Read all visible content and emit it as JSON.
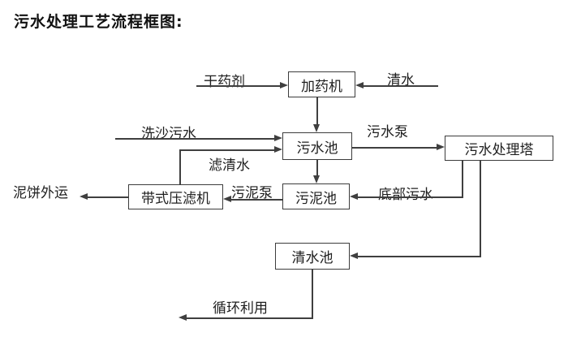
{
  "title": "污水处理工艺流程框图:",
  "colors": {
    "background": "#ffffff",
    "line": "#3f3f3f",
    "text": "#1f1f1f"
  },
  "diagram": {
    "type": "flowchart",
    "nodes": [
      {
        "id": "dosing-machine",
        "label": "加药机"
      },
      {
        "id": "wastewater-pool",
        "label": "污水池"
      },
      {
        "id": "treatment-tower",
        "label": "污水处理塔"
      },
      {
        "id": "belt-filter-press",
        "label": "带式压滤机"
      },
      {
        "id": "sludge-pool",
        "label": "污泥池"
      },
      {
        "id": "clean-water-pool",
        "label": "清水池"
      }
    ],
    "labels": [
      {
        "id": "dry-agent",
        "text": "干药剂"
      },
      {
        "id": "clean-water-in",
        "text": "清水"
      },
      {
        "id": "sand-washing-wastewater",
        "text": "洗沙污水"
      },
      {
        "id": "filtered-water",
        "text": "滤清水"
      },
      {
        "id": "wastewater-pump",
        "text": "污水泵"
      },
      {
        "id": "sludge-pump",
        "text": "污泥泵"
      },
      {
        "id": "mud-cake-out",
        "text": "泥饼外运"
      },
      {
        "id": "bottom-wastewater",
        "text": "底部污水"
      },
      {
        "id": "recycle-use",
        "text": "循环利用"
      }
    ],
    "edges": [
      {
        "from": "干药剂",
        "to": "加药机",
        "label": ""
      },
      {
        "from": "清水",
        "to": "加药机",
        "label": ""
      },
      {
        "from": "加药机",
        "to": "污水池",
        "label": ""
      },
      {
        "from": "洗沙污水",
        "to": "污水池",
        "label": ""
      },
      {
        "from": "带式压滤机",
        "to": "污水池",
        "label": "滤清水"
      },
      {
        "from": "污水池",
        "to": "污水处理塔",
        "label": "污水泵"
      },
      {
        "from": "污水池",
        "to": "污泥池",
        "label": ""
      },
      {
        "from": "污泥池",
        "to": "带式压滤机",
        "label": "污泥泵"
      },
      {
        "from": "带式压滤机",
        "to": "泥饼外运",
        "label": ""
      },
      {
        "from": "污水处理塔",
        "to": "污泥池",
        "label": "底部污水"
      },
      {
        "from": "污水处理塔",
        "to": "清水池",
        "label": ""
      },
      {
        "from": "清水池",
        "to": "循环利用",
        "label": ""
      }
    ]
  }
}
